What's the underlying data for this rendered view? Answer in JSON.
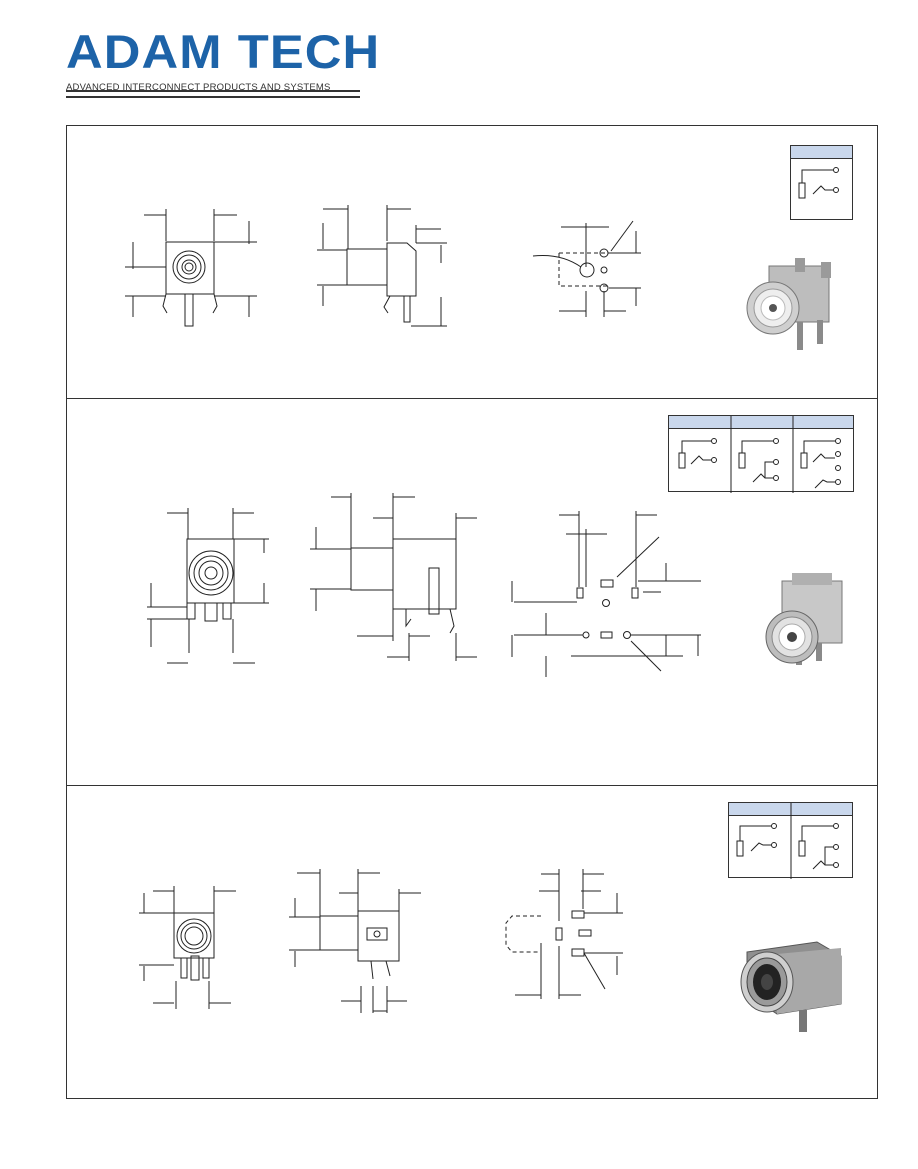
{
  "header": {
    "brand": "ADAM TECH",
    "tagline": "ADVANCED INTERCONNECT PRODUCTS AND SYSTEMS",
    "brand_color": "#1d63a8"
  },
  "panels": [
    {
      "name": "panel-1",
      "schematic_columns": 1
    },
    {
      "name": "panel-2",
      "schematic_columns": 3
    },
    {
      "name": "panel-3",
      "schematic_columns": 2
    }
  ],
  "colors": {
    "schematic_header": "#c9d7ec",
    "line": "#222222"
  }
}
